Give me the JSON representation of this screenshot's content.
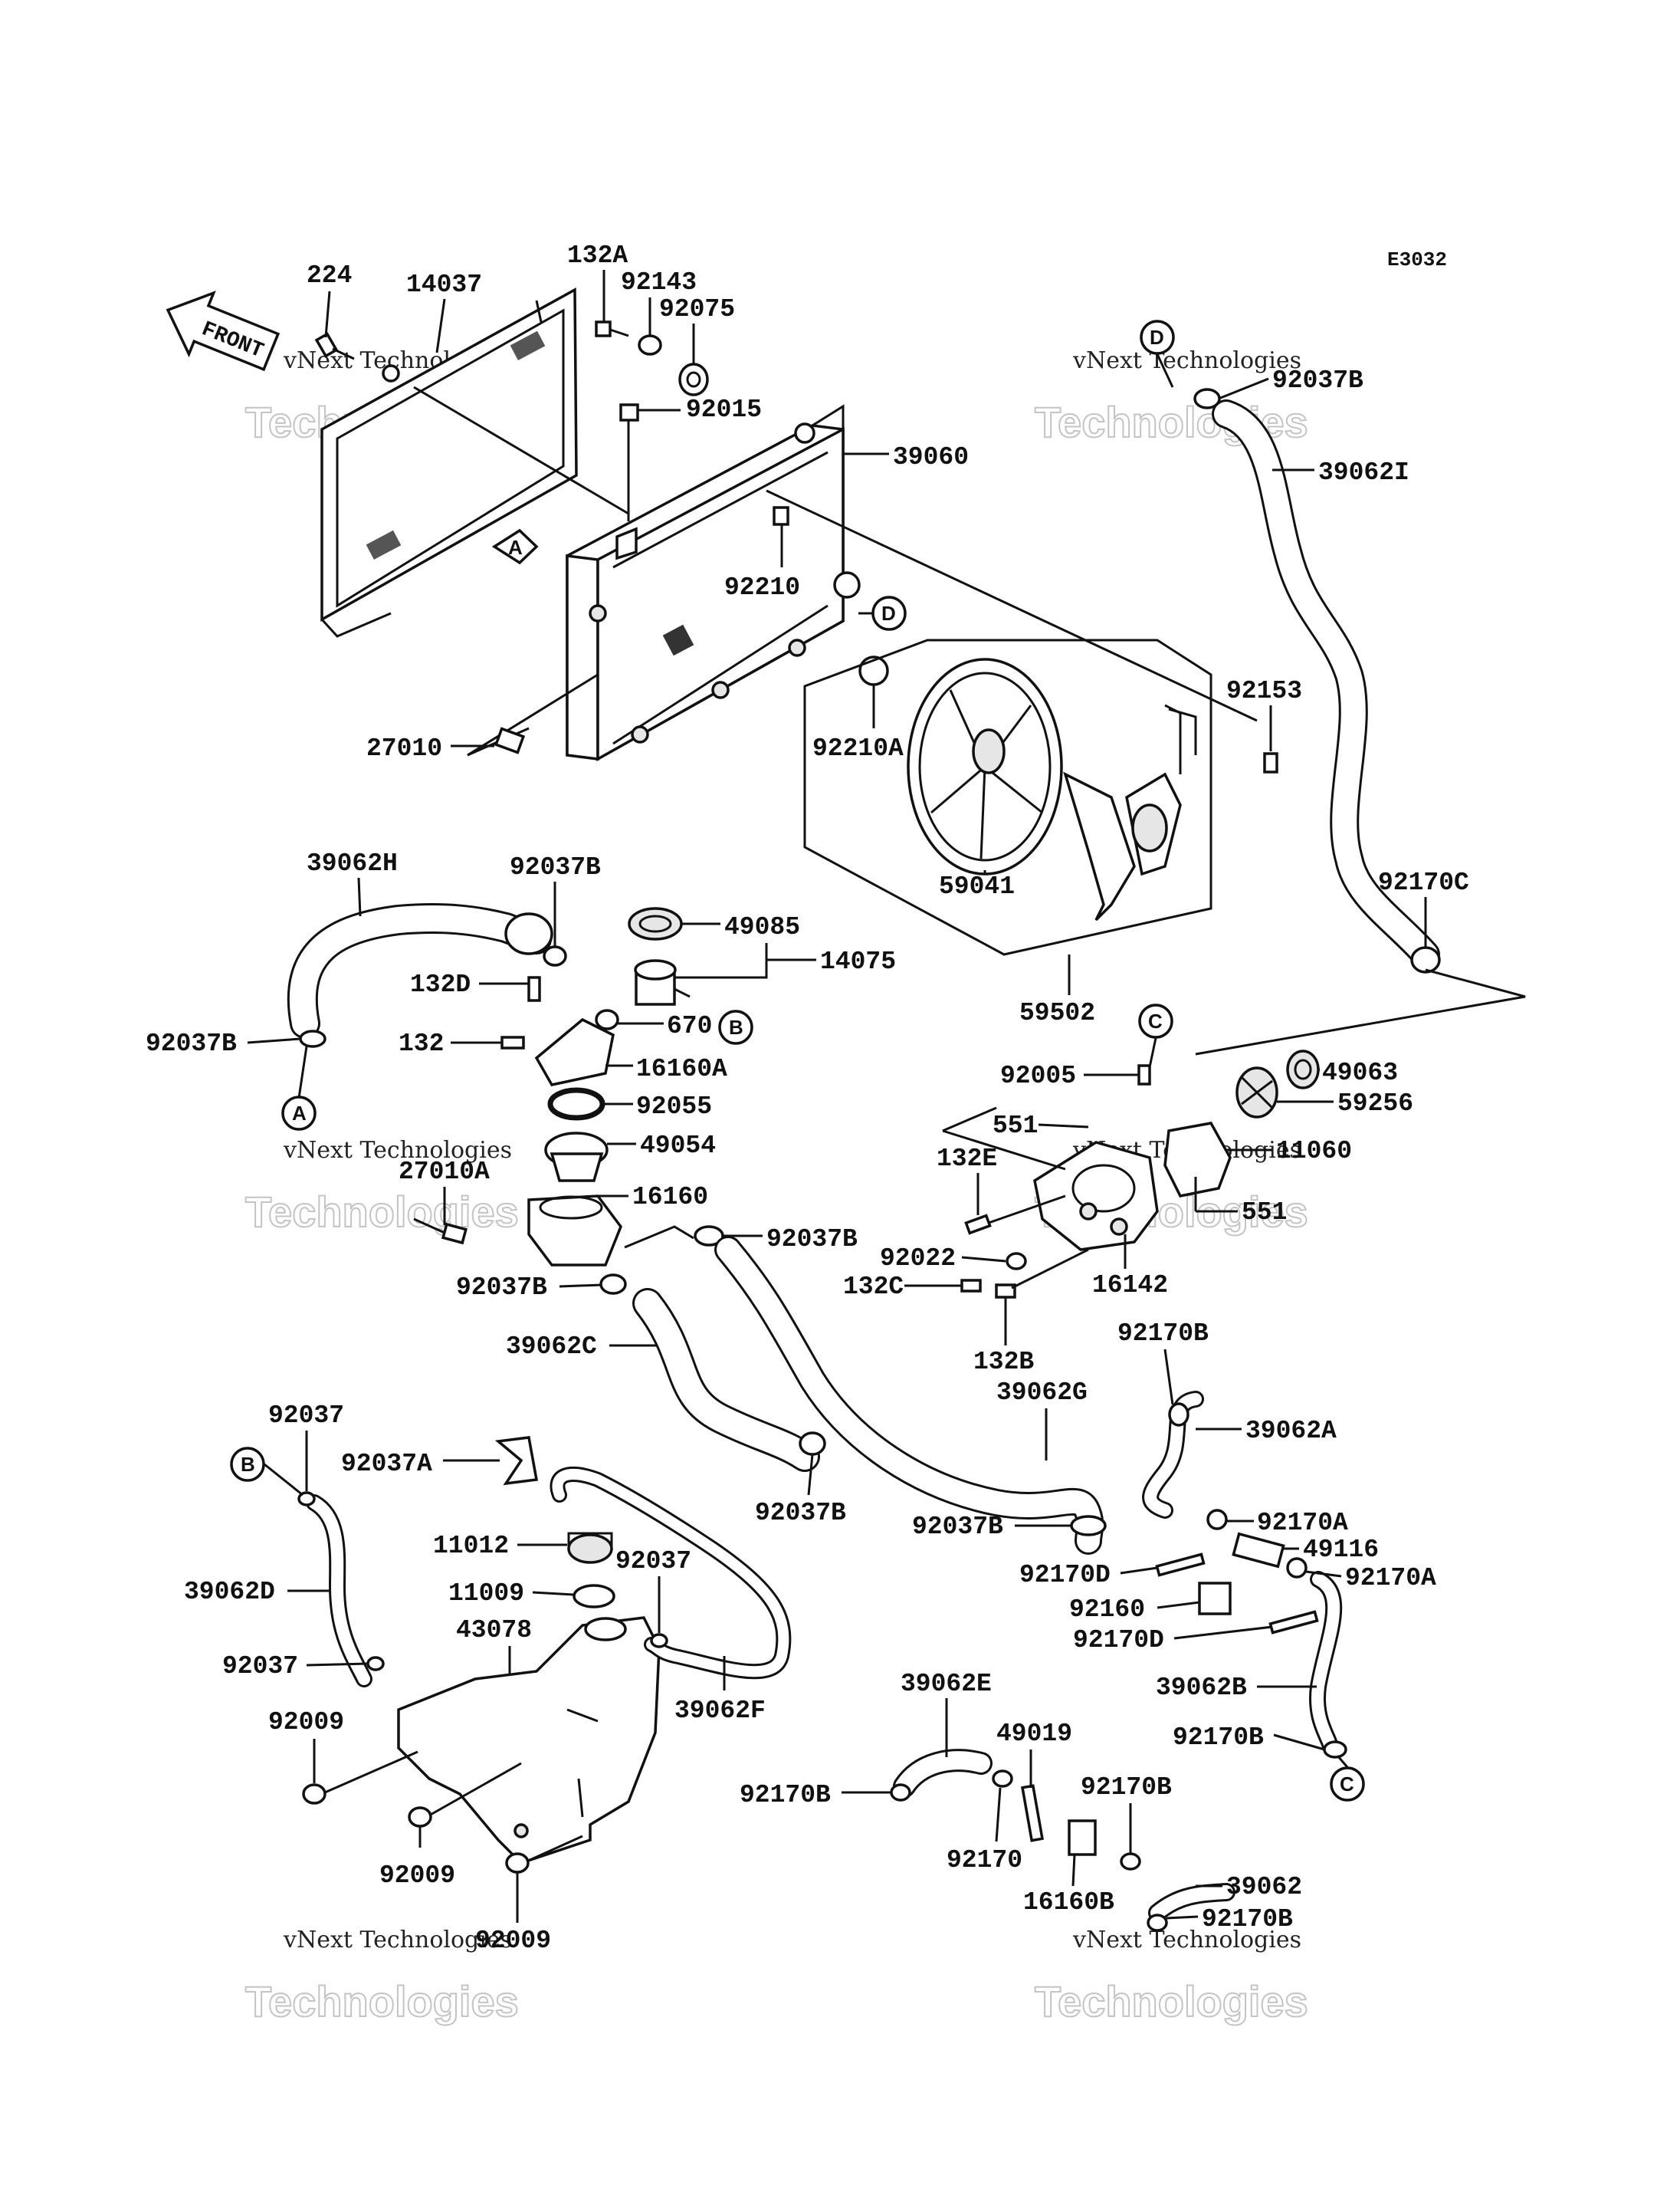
{
  "diagram_code": "E3032",
  "front_arrow_label": "FRONT",
  "watermark": {
    "line1": "vNext Technologies",
    "line2": "Technologies"
  },
  "refs": {
    "A": "A",
    "B": "B",
    "C": "C",
    "D": "D"
  },
  "parts": {
    "p224": "224",
    "p14037": "14037",
    "p132A": "132A",
    "p92143": "92143",
    "p92075": "92075",
    "p92015": "92015",
    "p39060": "39060",
    "p92210": "92210",
    "p92210A": "92210A",
    "p92153": "92153",
    "p27010": "27010",
    "p59041": "59041",
    "p59502": "59502",
    "p92037B_top": "92037B",
    "p39062I": "39062I",
    "p92170C": "92170C",
    "p39062H": "39062H",
    "p92037B_h": "92037B",
    "p49085": "49085",
    "p14075": "14075",
    "p132D": "132D",
    "p132": "132",
    "p670": "670",
    "p16160A": "16160A",
    "p92037B_a": "92037B",
    "p92055": "92055",
    "p49054": "49054",
    "p27010A": "27010A",
    "p16160": "16160",
    "p92037B_m1": "92037B",
    "p92037B_m2": "92037B",
    "p39062C": "39062C",
    "p39062G": "39062G",
    "p92037B_c": "92037B",
    "p92037B_g": "92037B",
    "p92005": "92005",
    "p551_a": "551",
    "p49063": "49063",
    "p59256": "59256",
    "p11060": "11060",
    "p551_b": "551",
    "p132E": "132E",
    "p92022": "92022",
    "p132C": "132C",
    "p16142": "16142",
    "p132B": "132B",
    "p92170B_a": "92170B",
    "p39062A": "39062A",
    "p92170A_a": "92170A",
    "p49116": "49116",
    "p92170A_b": "92170A",
    "p92170D_a": "92170D",
    "p92160": "92160",
    "p92170D_b": "92170D",
    "p39062B": "39062B",
    "p92170B_b": "92170B",
    "p92037_a": "92037",
    "p92037A": "92037A",
    "p11012": "11012",
    "p92037_b": "92037",
    "p11009": "11009",
    "p43078": "43078",
    "p39062D": "39062D",
    "p92037_c": "92037",
    "p39062F": "39062F",
    "p92009_a": "92009",
    "p92009_b": "92009",
    "p92009_c": "92009",
    "p39062E": "39062E",
    "p49019": "49019",
    "p92170B_c": "92170B",
    "p92170B_d": "92170B",
    "p92170": "92170",
    "p16160B": "16160B",
    "p39062": "39062",
    "p92170B_e": "92170B"
  }
}
